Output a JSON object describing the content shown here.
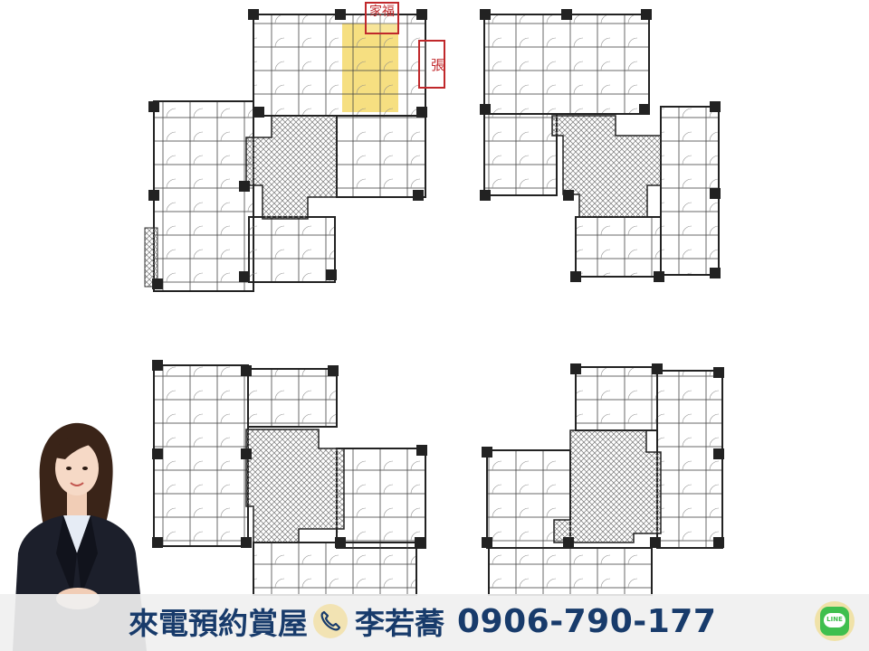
{
  "stamps": {
    "top": "家福",
    "side": "張"
  },
  "footer": {
    "cta": "來電預約賞屋",
    "agent_name": "李若蕎",
    "phone": "0906-790-177",
    "line_label": "LINE"
  },
  "colors": {
    "footer_text": "#183b6b",
    "highlight": "#f5d96b",
    "stamp": "#c0282b",
    "line_green": "#3fbf4e"
  },
  "icons": [
    "phone-icon",
    "line-icon"
  ]
}
